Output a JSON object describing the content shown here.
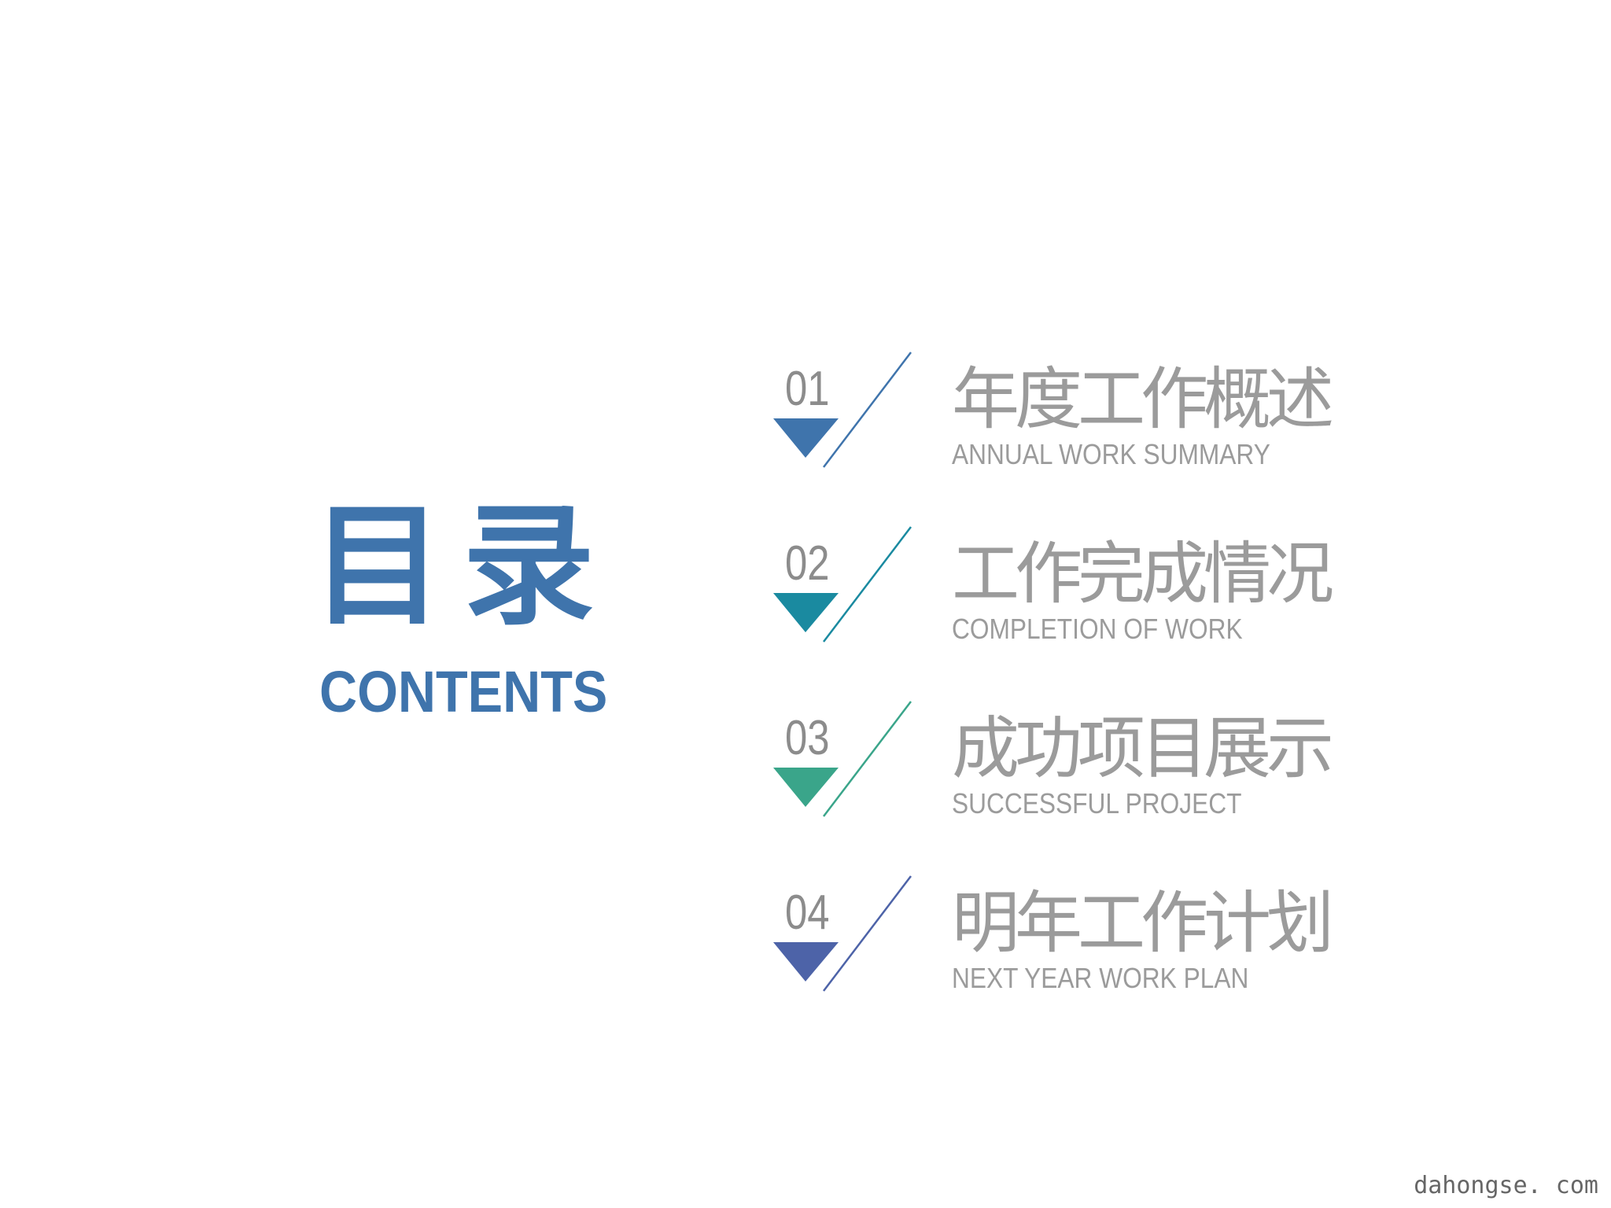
{
  "title": {
    "chars": [
      "目",
      "录"
    ],
    "english": "CONTENTS",
    "color": "#3f74ac"
  },
  "toc": [
    {
      "number": "01",
      "title": "年度工作概述",
      "subtitle": "ANNUAL WORK SUMMARY",
      "color": "#3f74ac"
    },
    {
      "number": "02",
      "title": "工作完成情况",
      "subtitle": "COMPLETION OF WORK",
      "color": "#1a8aa0"
    },
    {
      "number": "03",
      "title": "成功项目展示",
      "subtitle": "SUCCESSFUL PROJECT",
      "color": "#3aa58a"
    },
    {
      "number": "04",
      "title": "明年工作计划",
      "subtitle": "NEXT YEAR WORK PLAN",
      "color": "#4d63a8"
    }
  ],
  "watermark": "dahongse. com"
}
